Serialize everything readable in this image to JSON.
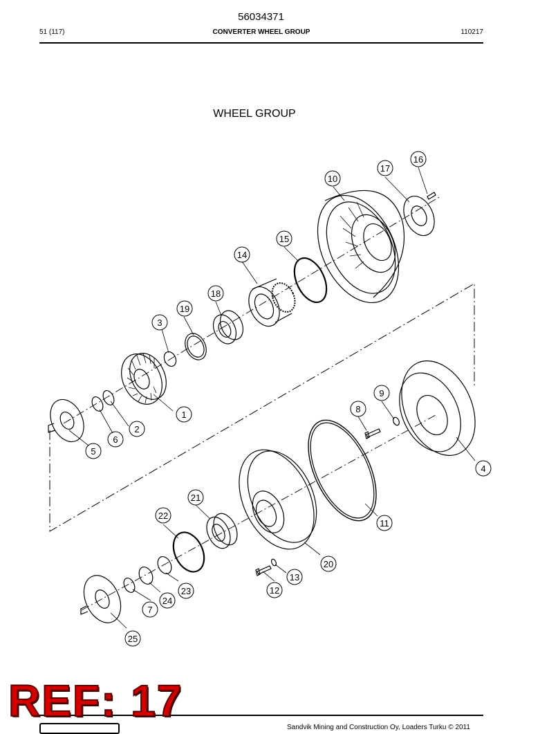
{
  "document": {
    "number": "56034371",
    "page": "51 (117)",
    "section_title": "CONVERTER WHEEL GROUP",
    "date_code": "110217"
  },
  "drawing": {
    "title": "WHEEL GROUP",
    "callouts": [
      "1",
      "2",
      "3",
      "4",
      "5",
      "6",
      "7",
      "8",
      "9",
      "10",
      "11",
      "12",
      "13",
      "14",
      "15",
      "16",
      "17",
      "18",
      "19",
      "20",
      "21",
      "22",
      "23",
      "24",
      "25"
    ]
  },
  "footer": {
    "copyright": "Sandvik Mining and Construction Oy, Loaders Turku © 2011"
  },
  "stamp": {
    "text": "REF: 17",
    "color": "#d40000"
  }
}
